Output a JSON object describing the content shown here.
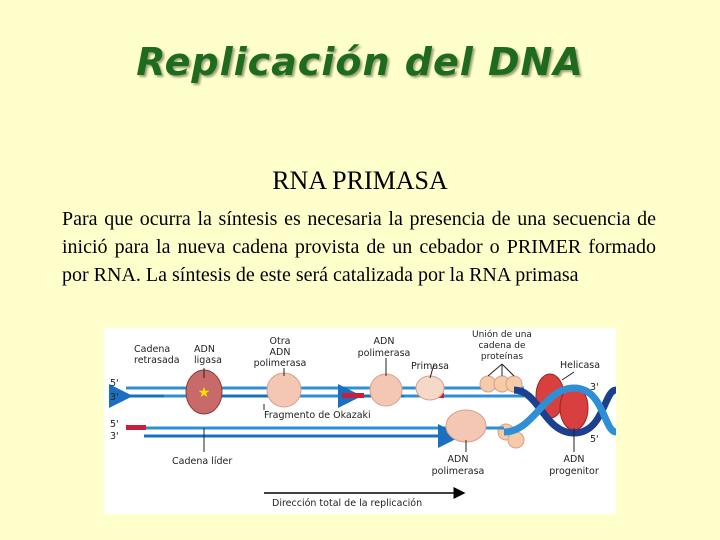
{
  "slide": {
    "title": "Replicación del DNA",
    "subtitle": "RNA PRIMASA",
    "body": "Para que ocurra la síntesis es necesaria la presencia de una secuencia de inició para la nueva cadena provista de un cebador o PRIMER formado por RNA. La síntesis de este será catalizada por la RNA primasa"
  },
  "diagram": {
    "labels": {
      "cadena_retrasada_1": "Cadena",
      "cadena_retrasada_2": "retrasada",
      "adn_ligasa_1": "ADN",
      "adn_ligasa_2": "ligasa",
      "otra_adn_pol_1": "Otra",
      "otra_adn_pol_2": "ADN",
      "otra_adn_pol_3": "polimerasa",
      "adn_pol_top_1": "ADN",
      "adn_pol_top_2": "polimerasa",
      "primasa": "Primasa",
      "union_1": "Unión de una",
      "union_2": "cadena de",
      "union_3": "proteínas",
      "helicasa": "Helicasa",
      "okazaki": "Fragmento de Okazaki",
      "cadena_lider": "Cadena líder",
      "adn_pol_bottom_1": "ADN",
      "adn_pol_bottom_2": "polimerasa",
      "adn_progenitor_1": "ADN",
      "adn_progenitor_2": "progenitor",
      "direccion": "Dirección total de la replicación",
      "five_prime_top": "5'",
      "three_prime_top": "3'",
      "five_prime_mid": "5'",
      "three_prime_mid": "3'",
      "three_prime_right": "3'",
      "five_prime_right": "5'"
    },
    "colors": {
      "strand": "#2f8fd6",
      "primer": "#c8203a",
      "ligase": "#c86a6a",
      "polymerase": "#f2c2a8",
      "helicase": "#d84040",
      "helix": "#1c3f8f"
    }
  }
}
